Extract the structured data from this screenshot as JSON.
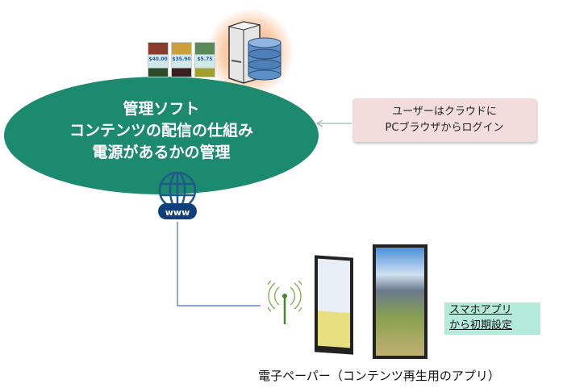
{
  "management": {
    "lines": [
      "管理ソフト",
      "コンテンツの配信の仕組み",
      "電源があるかの管理"
    ]
  },
  "price_tags": [
    "$40.00",
    "$35.90",
    "$5.75"
  ],
  "user_note": {
    "lines": [
      "ユーザーはクラウドに",
      "PCブラウザからログイン"
    ]
  },
  "www_label": "www",
  "setup_note": {
    "lines": [
      "スマホアプリ",
      "から初期設定"
    ]
  },
  "caption": "電子ペーパー（コンテンツ再生用のアプリ）",
  "colors": {
    "ellipse": "#1c8a6e",
    "user_note_bg": "#f2dcdc",
    "setup_note_bg": "#b4ead9",
    "line": "#4472c4"
  }
}
